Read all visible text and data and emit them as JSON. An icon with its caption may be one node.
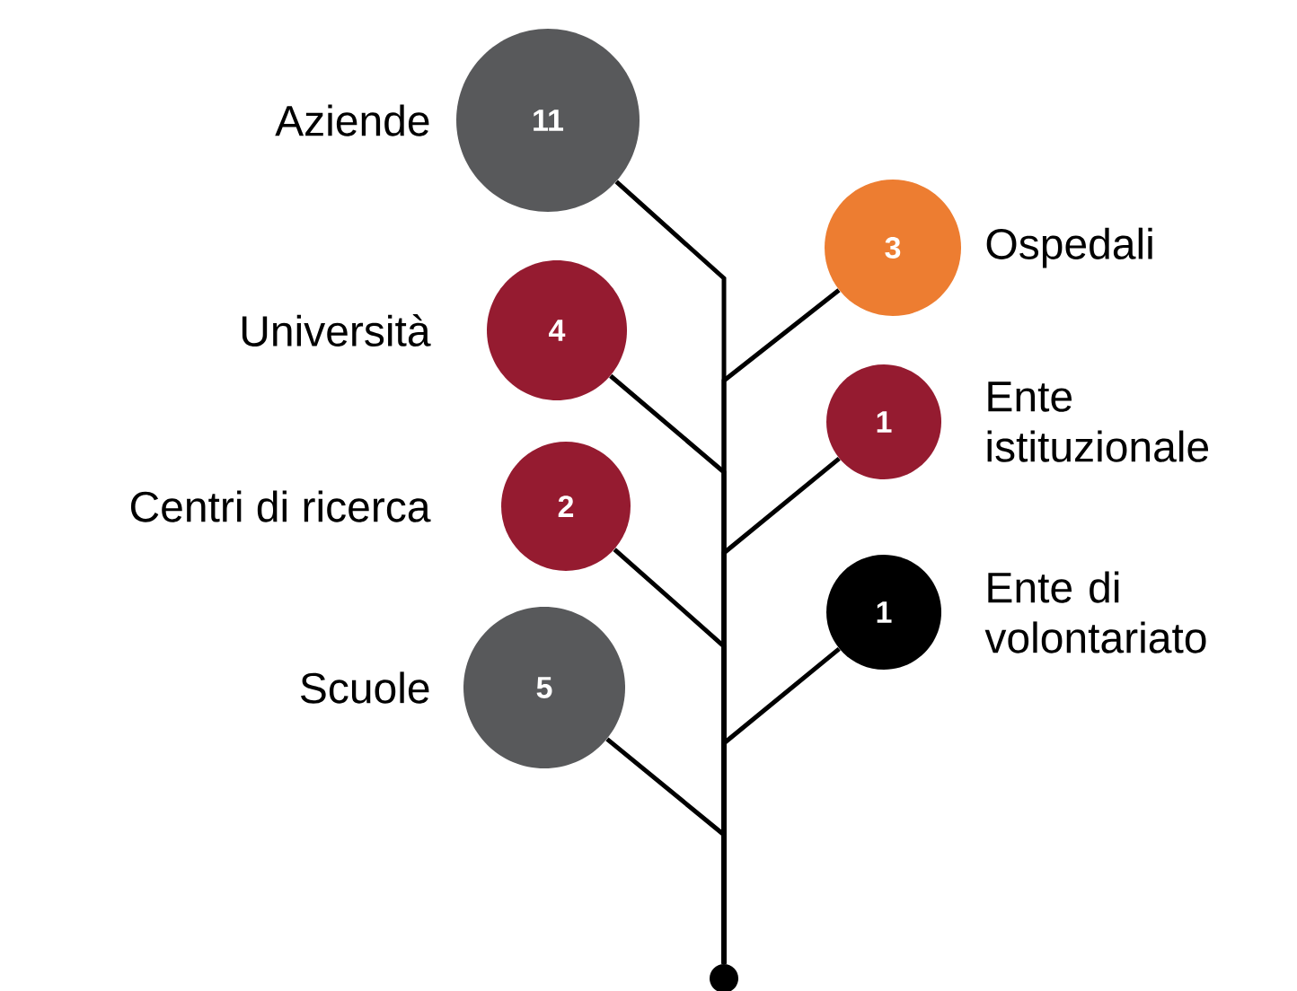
{
  "diagram": {
    "nodes": [
      {
        "text": [
          "11"
        ],
        "beside": [
          "Aziende"
        ]
      },
      {
        "text": [
          "3"
        ],
        "beside": [
          "Ospedali"
        ]
      },
      {
        "text": [
          "4"
        ],
        "beside": [
          "Università"
        ]
      },
      {
        "text": [
          "1"
        ],
        "beside": [
          "Ente istituzionale"
        ]
      },
      {
        "text": [
          "2"
        ],
        "beside": [
          "Centri di ricerca"
        ]
      },
      {
        "text": [
          "1"
        ],
        "beside": [
          "Ente di volontariato"
        ]
      },
      {
        "text": [
          "5"
        ],
        "beside": [
          "Scuole"
        ]
      },
      {
        "text": [],
        "shape": "circle"
      }
    ],
    "edges": [
      {
        "from": 0,
        "to": 7,
        "arrow": "none"
      },
      {
        "from": 1,
        "to": 7,
        "arrow": "none"
      },
      {
        "from": 2,
        "to": 7,
        "arrow": "none"
      },
      {
        "from": 3,
        "to": 7,
        "arrow": "none"
      },
      {
        "from": 4,
        "to": 7,
        "arrow": "none"
      },
      {
        "from": 5,
        "to": 7,
        "arrow": "none"
      },
      {
        "from": 6,
        "to": 7,
        "arrow": "none"
      }
    ]
  }
}
